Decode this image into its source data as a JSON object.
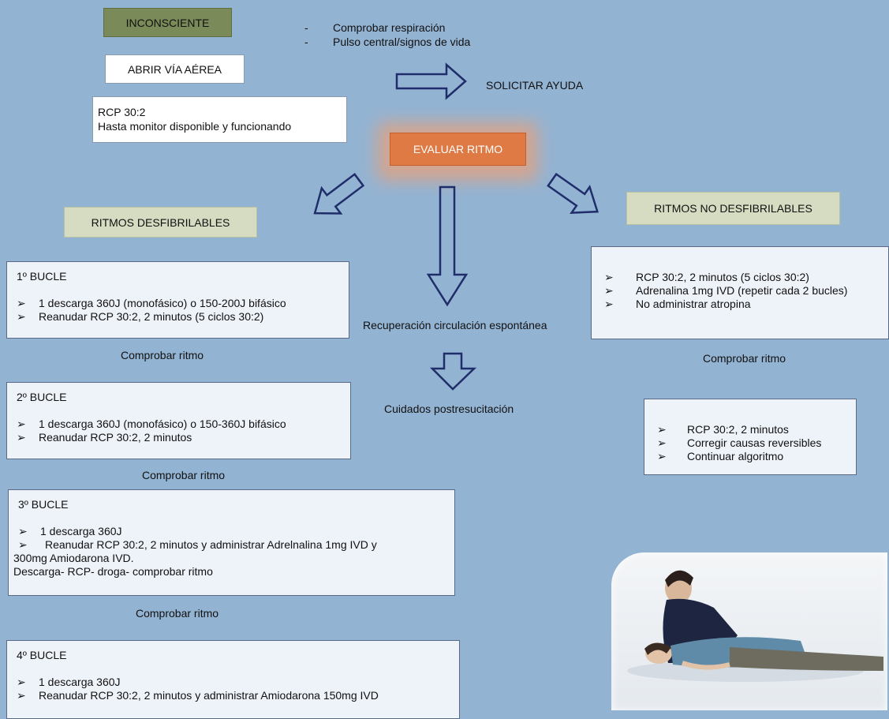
{
  "inconsciente": "INCONSCIENTE",
  "checks": [
    "Comprobar respiración",
    "Pulso central/signos de vida"
  ],
  "abrir_via": "ABRIR VÍA AÉREA",
  "rcp_initial": [
    "RCP 30:2",
    "Hasta monitor disponible y funcionando"
  ],
  "solicitar_ayuda": "SOLICITAR AYUDA",
  "evaluar_ritmo": "EVALUAR RITMO",
  "ritmos_desf": "RITMOS DESFIBRILABLES",
  "ritmos_no_desf": "RITMOS NO DESFIBRILABLES",
  "recuperacion": "Recuperación circulación espontánea",
  "cuidados": "Cuidados postresucitación",
  "comprobar_ritmo": "Comprobar ritmo",
  "bucle1": {
    "title": "1º BUCLE",
    "items": [
      "1 descarga 360J (monofásico) o 150-200J bifásico",
      "Reanudar RCP 30:2, 2 minutos (5 ciclos 30:2)"
    ]
  },
  "bucle2": {
    "title": "2º BUCLE",
    "items": [
      "1 descarga 360J (monofásico) o 150-360J bifásico",
      "Reanudar RCP 30:2, 2 minutos"
    ]
  },
  "bucle3": {
    "title": "3º BUCLE",
    "item1": "1 descarga 360J",
    "item2": "Reanudar RCP 30:2, 2 minutos y administrar Adrelnalina 1mg IVD y",
    "item2_cont": "300mg Amiodarona IVD.",
    "note": "Descarga-  RCP- droga- comprobar ritmo"
  },
  "bucle4": {
    "title": "4º BUCLE",
    "items": [
      "1 descarga 360J",
      "Reanudar RCP 30:2, 2 minutos y administrar Amiodarona 150mg IVD"
    ]
  },
  "no_desf_panel": {
    "items": [
      "RCP 30:2, 2 minutos (5 ciclos 30:2)",
      "Adrenalina 1mg IVD (repetir cada 2 bucles)",
      "No administrar atropina"
    ]
  },
  "no_desf_panel2": {
    "items": [
      "RCP 30:2, 2 minutos",
      "Corregir causas reversibles",
      "Continuar algoritmo"
    ]
  },
  "colors": {
    "background": "#93b3d2",
    "inconsciente_fill": "#7a8a58",
    "evaluar_fill": "#e07a45",
    "label_fill": "#d6dcc2",
    "arrow_stroke": "#1f2e6b"
  }
}
